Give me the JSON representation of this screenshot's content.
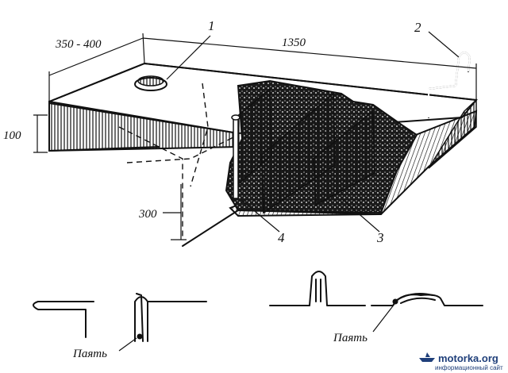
{
  "diagram": {
    "dimensions": {
      "width_range": "350 - 400",
      "length": "1350",
      "height_front": "100",
      "height_depth": "300"
    },
    "callouts": {
      "c1": "1",
      "c2": "2",
      "c3": "3",
      "c4": "4"
    },
    "seam_labels": {
      "left": "Паять",
      "right": "Паять"
    }
  },
  "watermark": {
    "site": "motorka.org",
    "tagline": "информационный сайт",
    "logo_icon": "boat-logo-icon",
    "color": "#1f3f7a"
  }
}
